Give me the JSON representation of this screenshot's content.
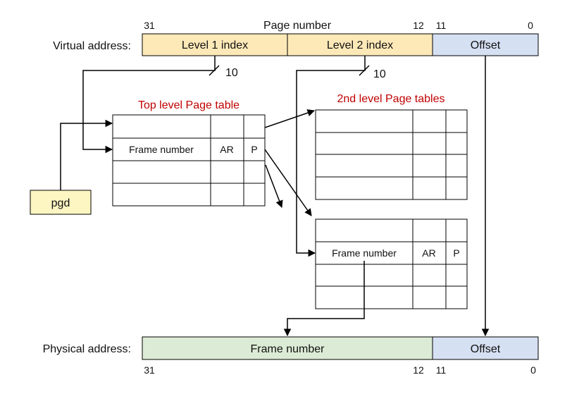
{
  "virtual_address": {
    "label": "Virtual address:",
    "page_number_label": "Page number",
    "bit_31": "31",
    "bit_12": "12",
    "bit_11": "11",
    "bit_0": "0",
    "field_level1": "Level 1 index",
    "field_level2": "Level 2 index",
    "field_offset": "Offset",
    "level1_bits": "10",
    "level2_bits": "10"
  },
  "pgd": {
    "label": "pgd"
  },
  "top_level_table": {
    "title": "Top level Page table",
    "entry_frame": "Frame number",
    "entry_ar": "AR",
    "entry_p": "P"
  },
  "second_level_tables": {
    "title": "2nd level Page tables",
    "entry_frame": "Frame number",
    "entry_ar": "AR",
    "entry_p": "P"
  },
  "physical_address": {
    "label": "Physical address:",
    "field_frame": "Frame number",
    "field_offset": "Offset",
    "bit_31": "31",
    "bit_12": "12",
    "bit_11": "11",
    "bit_0": "0"
  },
  "colors": {
    "index_fill": "#fde9b8",
    "offset_fill": "#d6e0f3",
    "frame_fill": "#dcebd5",
    "pgd_fill": "#fdf6c2",
    "title_red": "#c00000",
    "line": "#000000"
  }
}
